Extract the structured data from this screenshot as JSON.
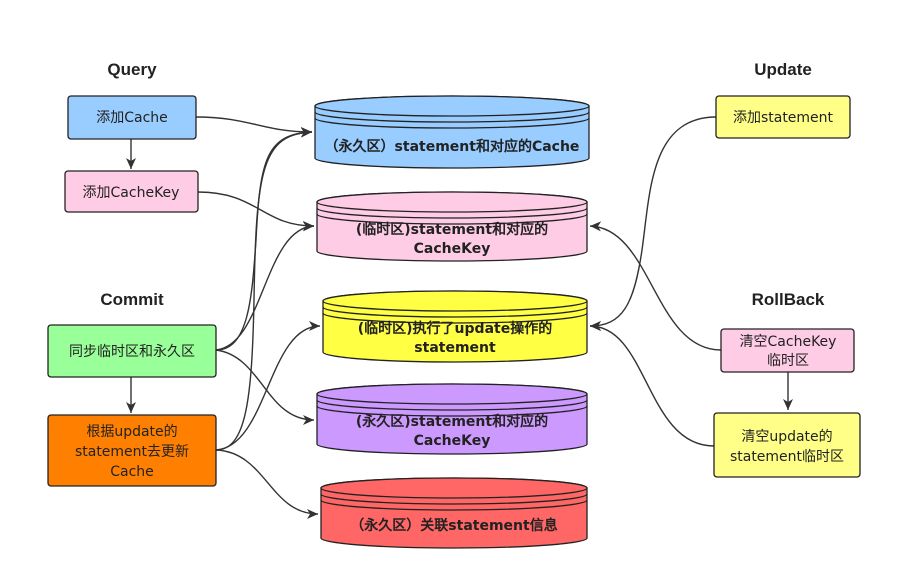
{
  "sections": {
    "query": "Query",
    "update": "Update",
    "commit": "Commit",
    "rollback": "RollBack"
  },
  "boxes": {
    "add_cache": {
      "lines": [
        "添加Cache"
      ],
      "fill": "#99ccff"
    },
    "add_cachekey": {
      "lines": [
        "添加CacheKey"
      ],
      "fill": "#ffcce6"
    },
    "add_statement": {
      "lines": [
        "添加statement"
      ],
      "fill": "#ffff88"
    },
    "sync": {
      "lines": [
        "同步临时区和永久区"
      ],
      "fill": "#99ff99"
    },
    "update_cache": {
      "lines": [
        "根据update的",
        "statement去更新",
        "Cache"
      ],
      "fill": "#ff8000"
    },
    "clear_cachekey": {
      "lines": [
        "清空CacheKey",
        "临时区"
      ],
      "fill": "#ffcce6"
    },
    "clear_update": {
      "lines": [
        "清空update的",
        "statement临时区"
      ],
      "fill": "#ffff88"
    }
  },
  "databases": {
    "perm_cache": {
      "lines": [
        "（永久区）statement和对应的Cache"
      ],
      "fill": "#99ccff"
    },
    "temp_cachekey": {
      "lines": [
        "(临时区)statement和对应的",
        "CacheKey"
      ],
      "fill": "#ffcce6"
    },
    "temp_update": {
      "lines": [
        "(临时区)执行了update操作的",
        "statement"
      ],
      "fill": "#ffff44"
    },
    "perm_cachekey": {
      "lines": [
        "(永久区)statement和对应的",
        "CacheKey"
      ],
      "fill": "#cc99ff"
    },
    "perm_related": {
      "lines": [
        "（永久区）关联statement信息"
      ],
      "fill": "#ff6666"
    }
  }
}
